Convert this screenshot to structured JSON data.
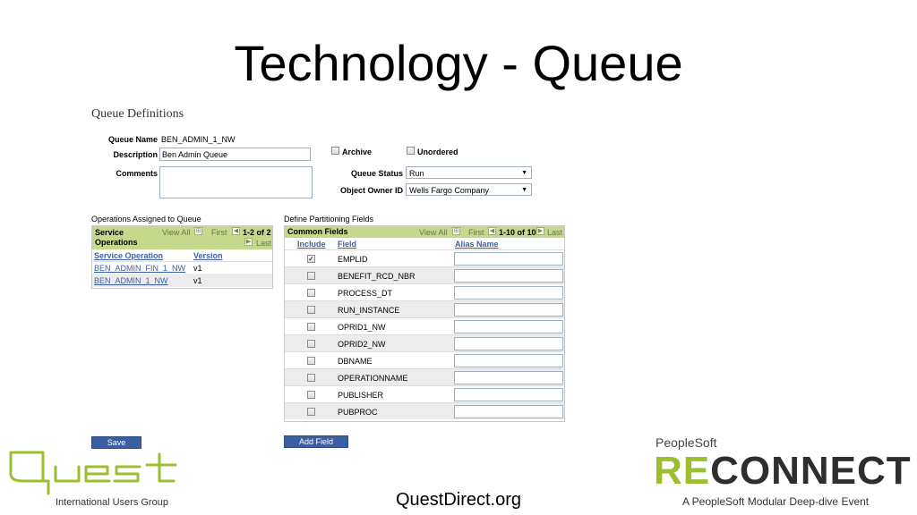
{
  "slide": {
    "title": "Technology - Queue",
    "footer_url": "QuestDirect.org"
  },
  "page": {
    "heading": "Queue Definitions"
  },
  "form": {
    "queue_name_label": "Queue Name",
    "queue_name_value": "BEN_ADMIN_1_NW",
    "description_label": "Description",
    "description_value": "Ben Admin Queue",
    "comments_label": "Comments",
    "comments_value": "",
    "archive_label": "Archive",
    "unordered_label": "Unordered",
    "queue_status_label": "Queue Status",
    "queue_status_value": "Run",
    "object_owner_label": "Object Owner ID",
    "object_owner_value": "Wells Fargo Company"
  },
  "operations_grid": {
    "title": "Operations Assigned to Queue",
    "header_label_line1": "Service",
    "header_label_line2": "Operations",
    "view_all": "View All",
    "first": "First",
    "range": "1-2 of 2",
    "last": "Last",
    "columns": [
      "Service Operation",
      "Version"
    ],
    "rows": [
      {
        "operation": "BEN_ADMIN_FIN_1_NW",
        "version": "v1"
      },
      {
        "operation": "BEN_ADMIN_1_NW",
        "version": "v1"
      }
    ]
  },
  "partition_grid": {
    "title": "Define Partitioning Fields",
    "header_label": "Common Fields",
    "view_all": "View All",
    "first": "First",
    "range": "1-10 of 10",
    "last": "Last",
    "columns": [
      "Include",
      "Field",
      "Alias Name"
    ],
    "rows": [
      {
        "include": true,
        "field": "EMPLID"
      },
      {
        "include": false,
        "field": "BENEFIT_RCD_NBR"
      },
      {
        "include": false,
        "field": "PROCESS_DT"
      },
      {
        "include": false,
        "field": "RUN_INSTANCE"
      },
      {
        "include": false,
        "field": "OPRID1_NW"
      },
      {
        "include": false,
        "field": "OPRID2_NW"
      },
      {
        "include": false,
        "field": "DBNAME"
      },
      {
        "include": false,
        "field": "OPERATIONNAME"
      },
      {
        "include": false,
        "field": "PUBLISHER"
      },
      {
        "include": false,
        "field": "PUBPROC"
      }
    ]
  },
  "buttons": {
    "save": "Save",
    "add_field": "Add Field"
  },
  "logos": {
    "quest_word": "Quest",
    "quest_sub": "International Users Group",
    "peoplesoft": "PeopleSoft",
    "reconnect_re": "RE",
    "reconnect_rest": "CONNECT",
    "reconnect_sub": "A PeopleSoft Modular Deep-dive Event"
  },
  "colors": {
    "grid_header": "#c6d88c",
    "link": "#3e5ea8",
    "button": "#3c5fa3",
    "quest_green": "#9bbf2f"
  }
}
